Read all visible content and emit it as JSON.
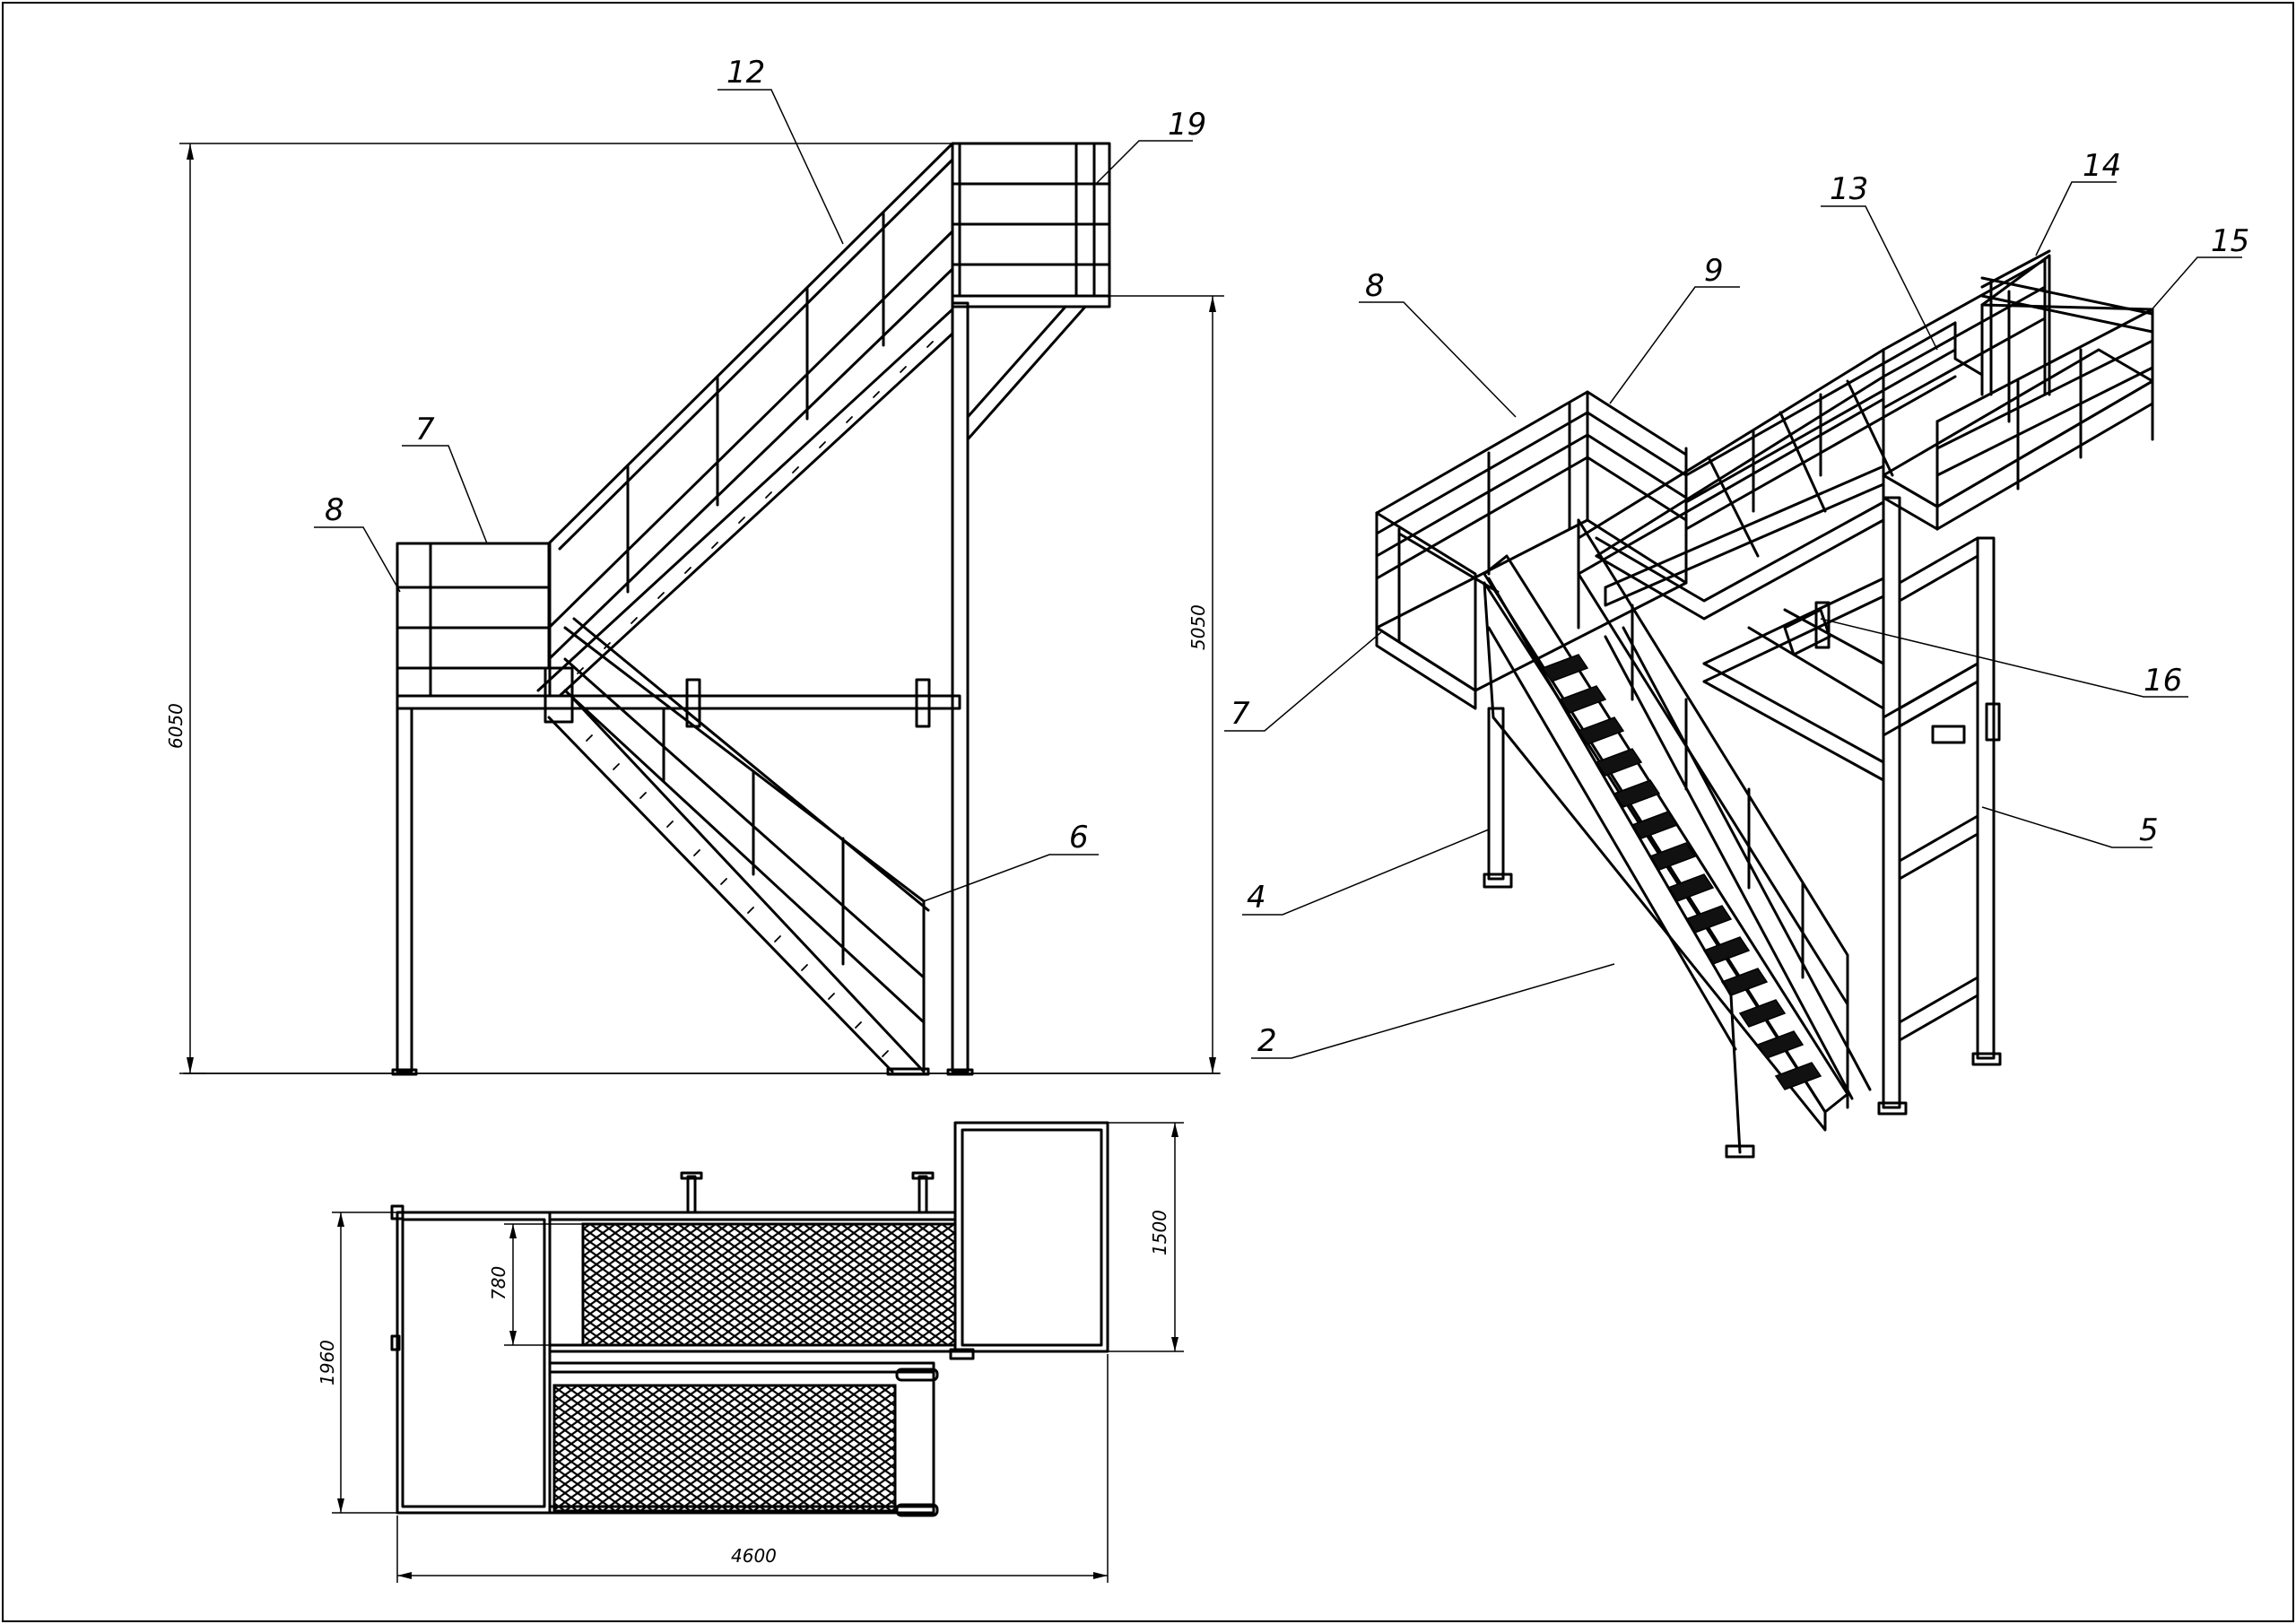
{
  "callouts": {
    "side": {
      "c12": "12",
      "c19": "19",
      "c7": "7",
      "c8": "8",
      "c6": "6"
    },
    "iso": {
      "c8": "8",
      "c9": "9",
      "c13": "13",
      "c14": "14",
      "c15": "15",
      "c16": "16",
      "c7": "7",
      "c5": "5",
      "c4": "4",
      "c2": "2"
    }
  },
  "dimensions": {
    "overall_height": "6050",
    "platform_height": "5050",
    "flight_width": "780",
    "total_width": "1960",
    "landing_depth": "1500",
    "total_length": "4600"
  }
}
